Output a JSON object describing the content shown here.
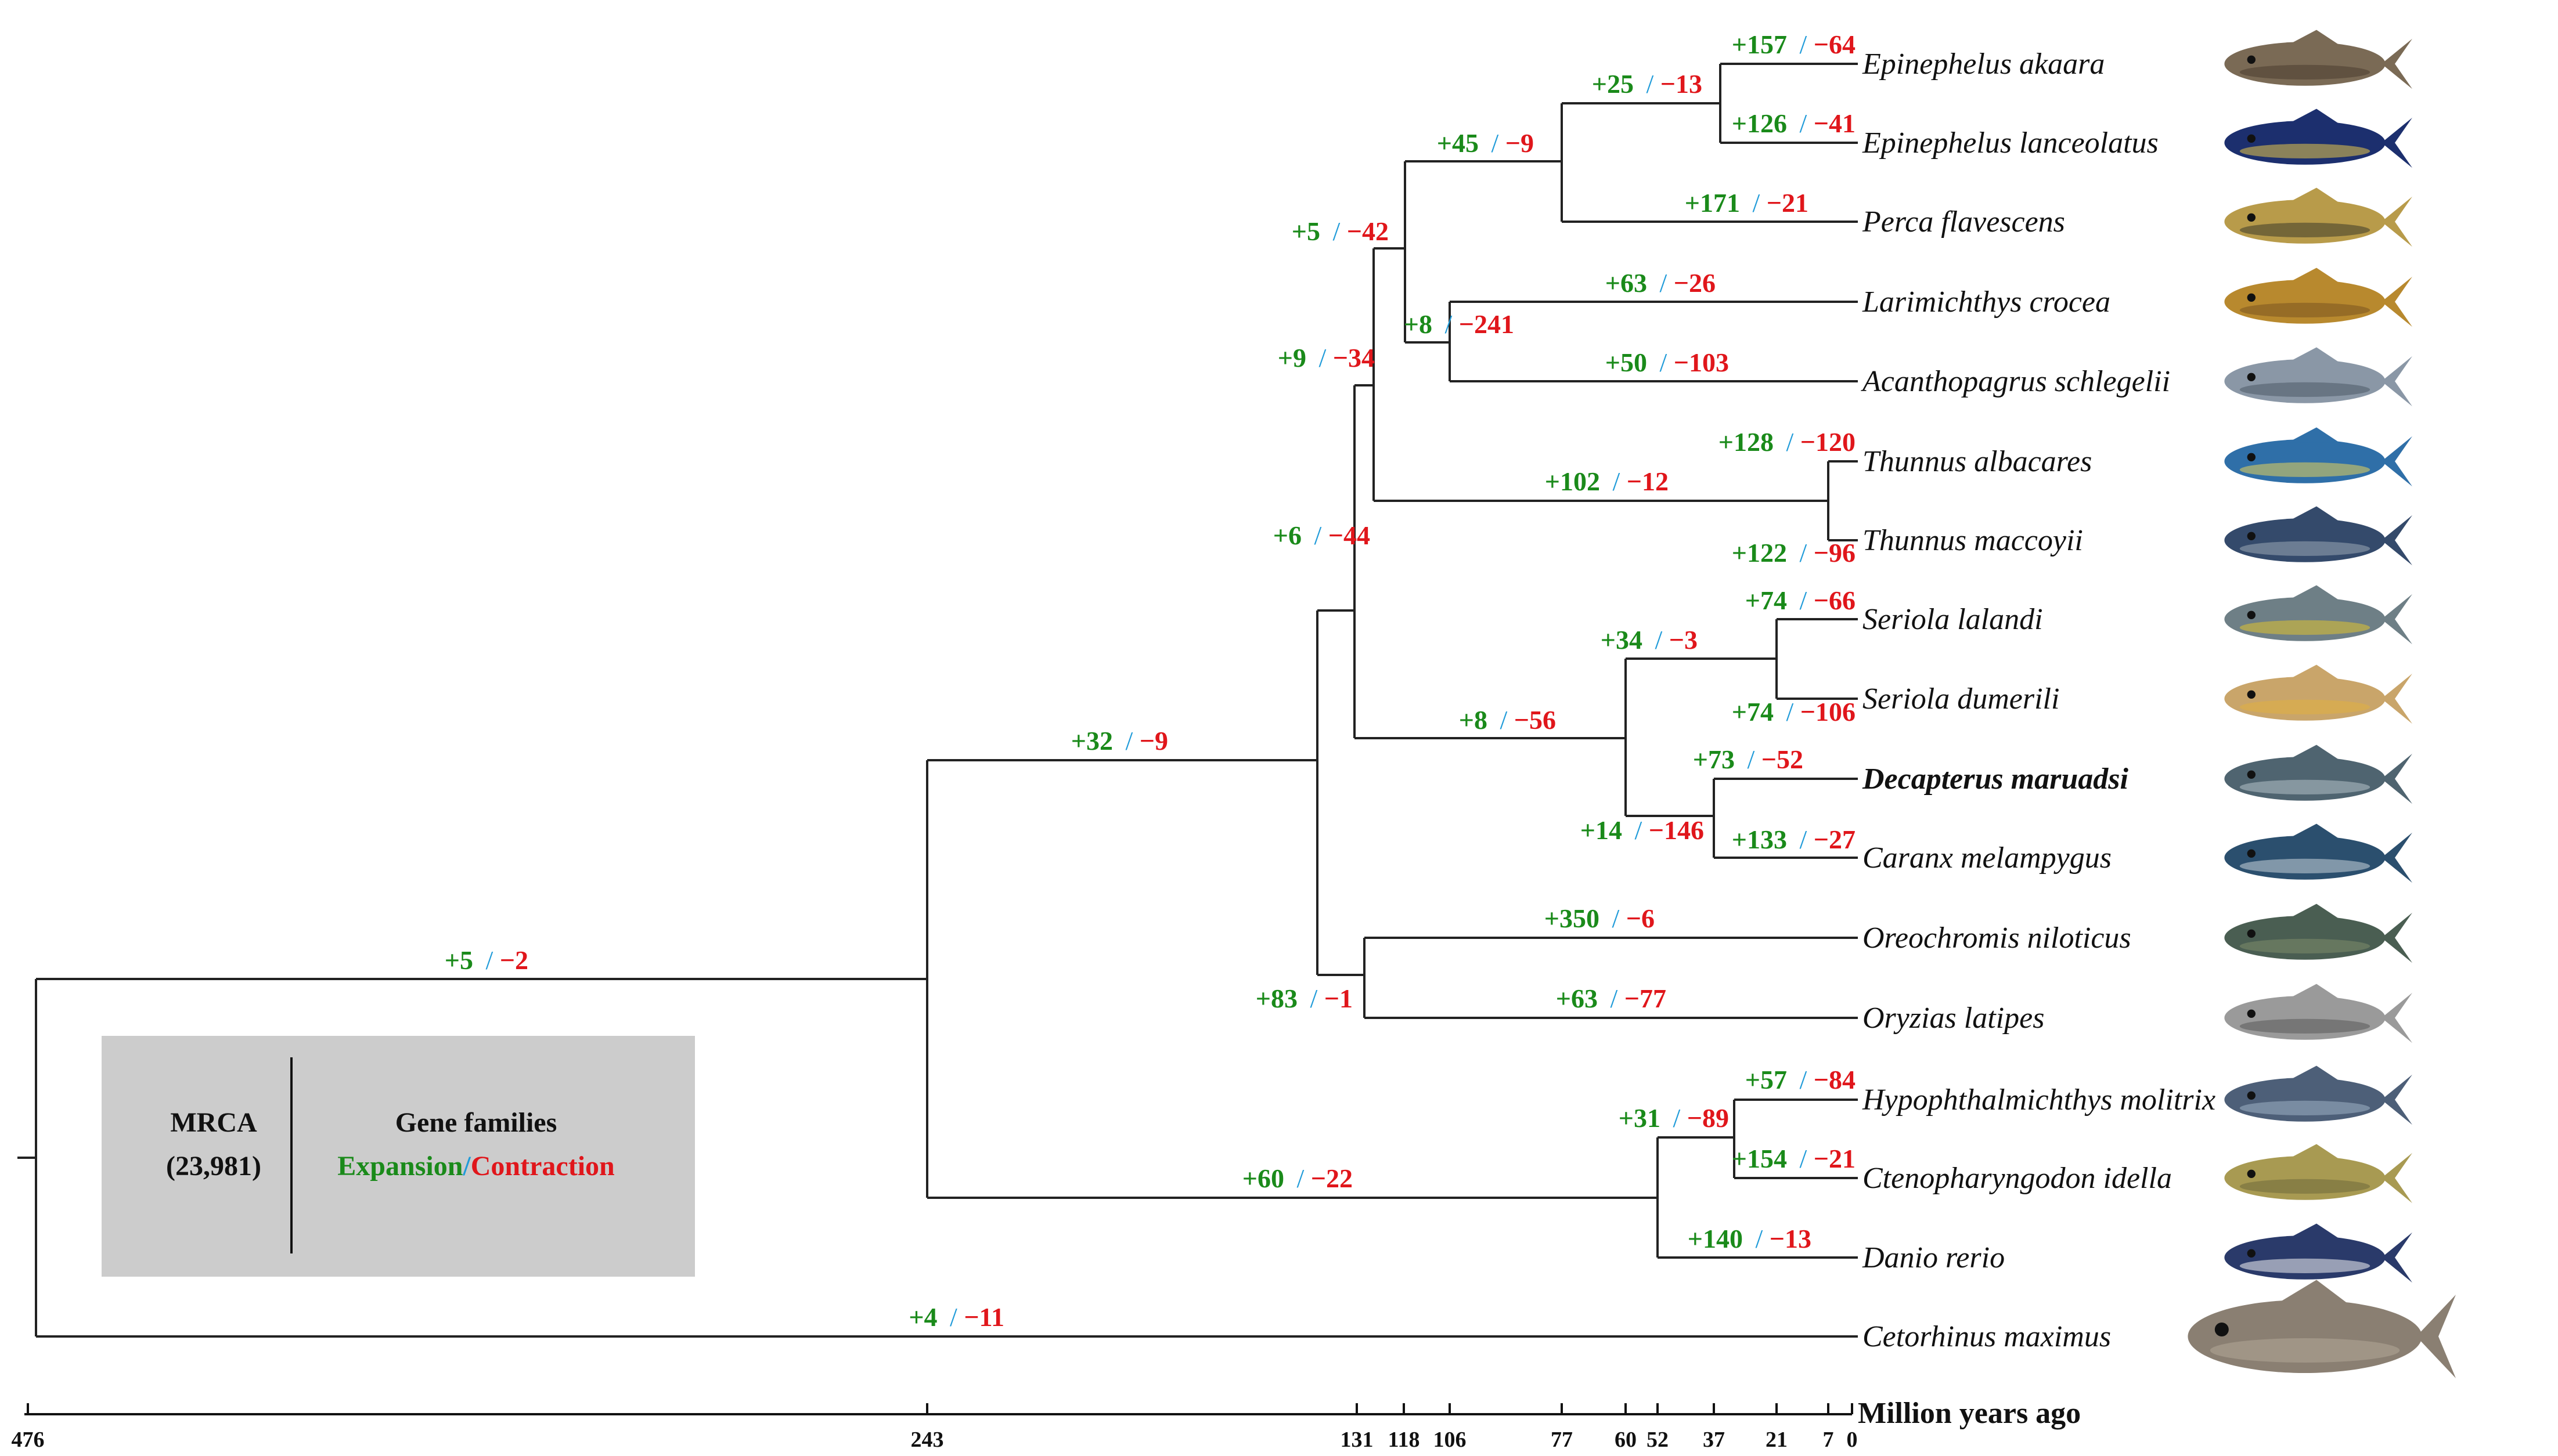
{
  "species": [
    {
      "name": "Epinephelus akaara",
      "bold": false
    },
    {
      "name": "Epinephelus lanceolatus",
      "bold": false
    },
    {
      "name": "Perca flavescens",
      "bold": false
    },
    {
      "name": "Larimichthys crocea",
      "bold": false
    },
    {
      "name": "Acanthopagrus schlegelii",
      "bold": false
    },
    {
      "name": "Thunnus albacares",
      "bold": false
    },
    {
      "name": "Thunnus maccoyii",
      "bold": false
    },
    {
      "name": "Seriola lalandi",
      "bold": false
    },
    {
      "name": "Seriola dumerili",
      "bold": false
    },
    {
      "name": "Decapterus maruadsi",
      "bold": true
    },
    {
      "name": "Caranx melampygus",
      "bold": false
    },
    {
      "name": "Oreochromis niloticus",
      "bold": false
    },
    {
      "name": "Oryzias latipes",
      "bold": false
    },
    {
      "name": "Hypophthalmichthys molitrix",
      "bold": false
    },
    {
      "name": "Ctenopharyngodon idella",
      "bold": false
    },
    {
      "name": "Danio rerio",
      "bold": false
    },
    {
      "name": "Cetorhinus maximus",
      "bold": false
    }
  ],
  "branch_labels": [
    {
      "expansion": "+157",
      "contraction": "−64"
    },
    {
      "expansion": "+126",
      "contraction": "−41"
    },
    {
      "expansion": "+25",
      "contraction": "−13"
    },
    {
      "expansion": "+171",
      "contraction": "−21"
    },
    {
      "expansion": "+45",
      "contraction": "−9"
    },
    {
      "expansion": "+63",
      "contraction": "−26"
    },
    {
      "expansion": "+50",
      "contraction": "−103"
    },
    {
      "expansion": "+8",
      "contraction": "−241"
    },
    {
      "expansion": "+5",
      "contraction": "−42"
    },
    {
      "expansion": "+128",
      "contraction": "−120"
    },
    {
      "expansion": "+122",
      "contraction": "−96"
    },
    {
      "expansion": "+102",
      "contraction": "−12"
    },
    {
      "expansion": "+9",
      "contraction": "−34"
    },
    {
      "expansion": "+74",
      "contraction": "−66"
    },
    {
      "expansion": "+74",
      "contraction": "−106"
    },
    {
      "expansion": "+34",
      "contraction": "−3"
    },
    {
      "expansion": "+73",
      "contraction": "−52"
    },
    {
      "expansion": "+133",
      "contraction": "−27"
    },
    {
      "expansion": "+14",
      "contraction": "−146"
    },
    {
      "expansion": "+8",
      "contraction": "−56"
    },
    {
      "expansion": "+6",
      "contraction": "−44"
    },
    {
      "expansion": "+350",
      "contraction": "−6"
    },
    {
      "expansion": "+63",
      "contraction": "−77"
    },
    {
      "expansion": "+83",
      "contraction": "−1"
    },
    {
      "expansion": "+32",
      "contraction": "−9"
    },
    {
      "expansion": "+57",
      "contraction": "−84"
    },
    {
      "expansion": "+154",
      "contraction": "−21"
    },
    {
      "expansion": "+31",
      "contraction": "−89"
    },
    {
      "expansion": "+140",
      "contraction": "−13"
    },
    {
      "expansion": "+60",
      "contraction": "−22"
    },
    {
      "expansion": "+5",
      "contraction": "−2"
    },
    {
      "expansion": "+4",
      "contraction": "−11"
    }
  ],
  "separator": "/",
  "axis": {
    "title": "Million years ago",
    "ticks": [
      476,
      243,
      131,
      118,
      106,
      77,
      60,
      52,
      37,
      21,
      7,
      0
    ]
  },
  "legend": {
    "mrca_label": "MRCA",
    "mrca_count": "(23,981)",
    "gene_families": "Gene families",
    "expansion": "Expansion",
    "slash": "/",
    "contraction": "Contraction"
  },
  "colors": {
    "expansion": "#1a8a1a",
    "contraction": "#e0161b",
    "separator": "#1f9bd9",
    "legend_box": "#cccccc"
  }
}
